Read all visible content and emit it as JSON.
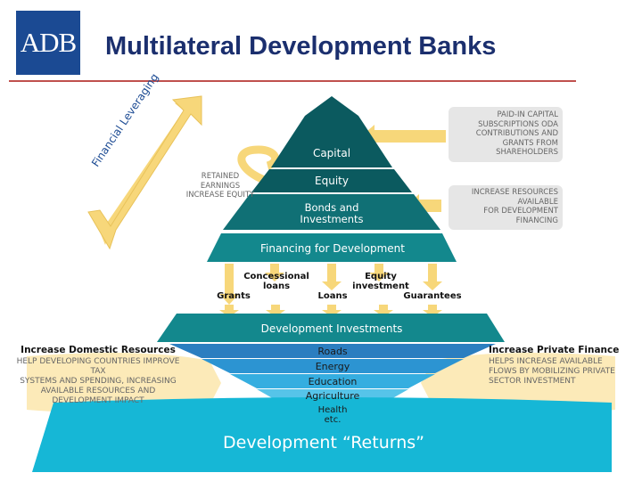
{
  "header": {
    "logo_text": "ADB",
    "title": "Multilateral Development Banks"
  },
  "pyramid": {
    "capital": "Capital",
    "equity": "Equity",
    "bonds_line1": "Bonds and",
    "bonds_line2": "Investments",
    "financing": "Financing for Development"
  },
  "leverage_arrow": {
    "text": "Financial Leveraging"
  },
  "retained": {
    "line1": "RETAINED EARNINGS",
    "line2": "INCREASE EQUITY"
  },
  "paid_in": {
    "line1": "PAID-IN CAPITAL",
    "line2": "SUBSCRIPTIONS ODA",
    "line3": "CONTRIBUTIONS AND",
    "line4": "GRANTS FROM",
    "line5": "SHAREHOLDERS"
  },
  "increase_resources": {
    "line1": "INCREASE RESOURCES",
    "line2": "AVAILABLE",
    "line3": "FOR DEVELOPMENT",
    "line4": "FINANCING"
  },
  "instruments": {
    "grants": "Grants",
    "concessional_line1": "Concessional",
    "concessional_line2": "loans",
    "loans": "Loans",
    "equity_line1": "Equity",
    "equity_line2": "investment",
    "guarantees": "Guarantees"
  },
  "development_investments": "Development Investments",
  "sectors": {
    "roads": "Roads",
    "energy": "Energy",
    "education": "Education",
    "agriculture": "Agriculture",
    "health_line1": "Health",
    "health_line2": "etc."
  },
  "domestic": {
    "title": "Increase Domestic Resources",
    "line1": "HELP DEVELOPING COUNTRIES IMPROVE TAX",
    "line2": "SYSTEMS AND SPENDING, INCREASING",
    "line3": "AVAILABLE RESOURCES AND",
    "line4": "DEVELOPMENT IMPACT"
  },
  "private": {
    "title": "Increase Private Finance",
    "line1": "HELPS INCREASE AVAILABLE",
    "line2": "FLOWS BY MOBILIZING PRIVATE",
    "line3": "SECTOR INVESTMENT"
  },
  "returns": "Development “Returns”",
  "colors": {
    "dark_teal": "#0b5a5f",
    "teal": "#13888d",
    "aqua": "#2eb3c6",
    "arrow_yellow": "#f7d77a",
    "brand_blue": "#1b4a93",
    "rule_red": "#c0504d"
  }
}
